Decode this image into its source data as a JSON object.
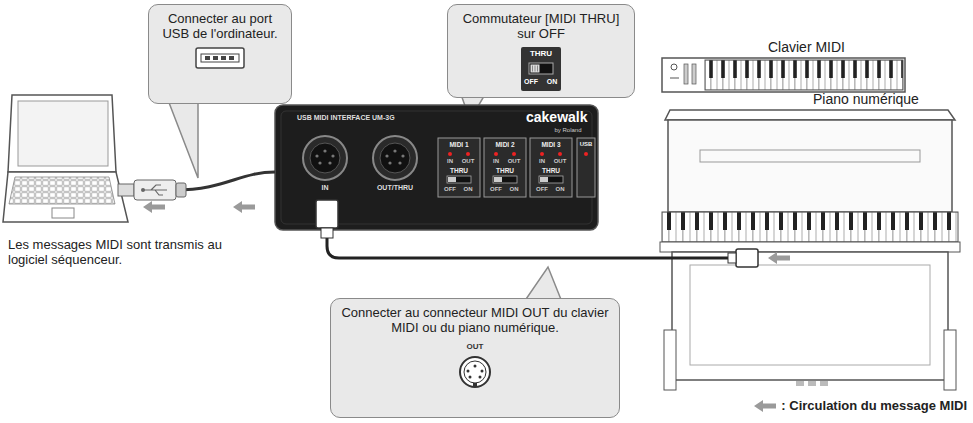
{
  "diagram": {
    "nodes": [
      {
        "text": [
          "Connecter au port USB de l'ordinateur."
        ]
      },
      {
        "text": [
          "Commutateur [MIDI THRU] sur OFF",
          "THRU",
          "OFF",
          "ON"
        ]
      },
      {
        "text": [
          "Les messages MIDI sont transmis au logiciel séquenceur."
        ]
      },
      {
        "text": [
          "USB MIDI INTERFACE UM-3G",
          "IN",
          "OUT/THRU",
          "MIDI 1",
          "IN",
          "OUT",
          "THRU",
          "OFF",
          "ON",
          "MIDI 2",
          "IN",
          "OUT",
          "THRU",
          "OFF",
          "ON",
          "MIDI 3",
          "IN",
          "OUT",
          "THRU",
          "OFF",
          "ON",
          "cakewalk",
          "by Roland",
          "USB"
        ]
      },
      {
        "text": [
          "Clavier MIDI"
        ]
      },
      {
        "text": [
          "Piano numérique"
        ]
      },
      {
        "text": [
          "Connecter au connecteur MIDI OUT du clavier MIDI ou du piano numérique.",
          "OUT"
        ]
      }
    ],
    "edges": [
      {
        "from": 3,
        "to": 2,
        "arrow": "none"
      },
      {
        "from": 3,
        "to": 5,
        "arrow": "none"
      }
    ],
    "legend": [
      {
        "text": ": Circulation du message MIDI"
      }
    ]
  }
}
